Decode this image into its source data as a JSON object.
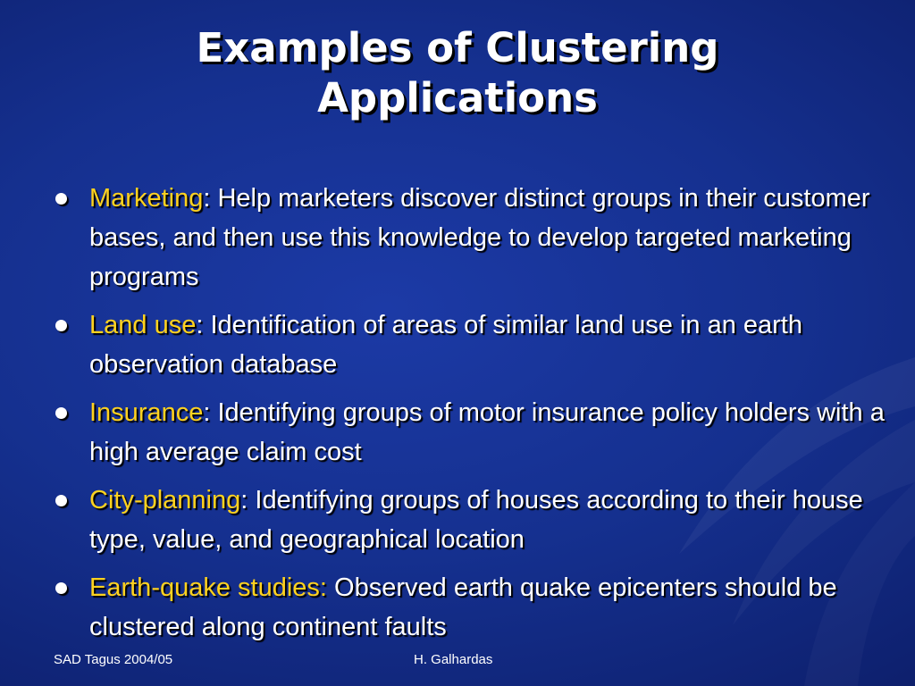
{
  "slide": {
    "title_line1": "Examples of Clustering",
    "title_line2": "Applications",
    "bullets": [
      {
        "term": "Marketing",
        "separator": ": ",
        "text": "Help marketers discover distinct groups in their customer bases, and then use this knowledge to develop targeted marketing programs"
      },
      {
        "term": "Land use",
        "separator": ": ",
        "text": "Identification of areas of similar land use in an earth observation database"
      },
      {
        "term": "Insurance",
        "separator": ": ",
        "text": "Identifying groups of motor insurance policy holders with a high average claim cost"
      },
      {
        "term": "City-planning",
        "separator": ": ",
        "text": "Identifying groups of houses according to their house type, value, and geographical location"
      },
      {
        "term": "Earth-quake studies:",
        "separator": " ",
        "text": "Observed earth quake epicenters should be clustered along continent faults"
      }
    ],
    "footer_left": "SAD Tagus 2004/05",
    "footer_center": "H. Galhardas"
  },
  "colors": {
    "background": "#15308f",
    "title_text": "#ffffff",
    "body_text": "#ffffff",
    "term_highlight": "#ffd21f",
    "shadow": "#000000"
  }
}
